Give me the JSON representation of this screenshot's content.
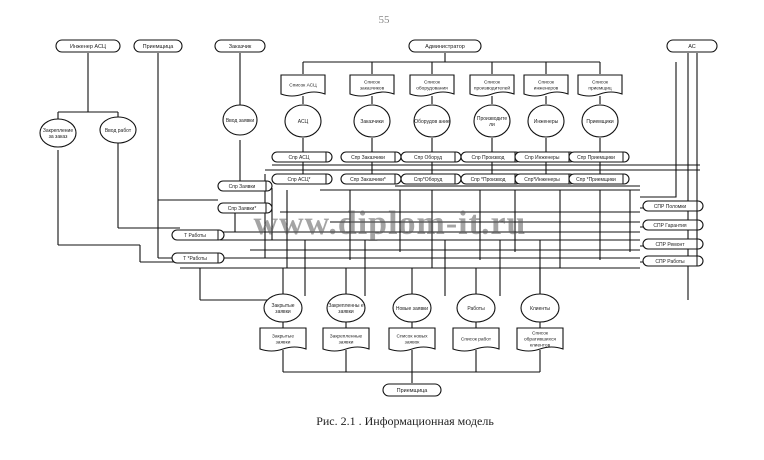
{
  "page_number": "55",
  "caption": "Рис. 2.1 . Информационная  модель",
  "watermark": "www.diplom-it.ru",
  "entities": {
    "engineer": "Инженер АСЦ",
    "client": "Приемщица",
    "customer": "Заказчик",
    "admin": "Администратор",
    "ac": "АС"
  },
  "admin_lists": [
    "Список АСЦ",
    "Список заказчиков",
    "Список оборудования",
    "Список производителей",
    "Список инженеров",
    "Список приемщиц"
  ],
  "admin_processes": [
    "АСЦ",
    "Заказчики",
    "Оборудов ание",
    "Производите ли",
    "Инженеры",
    "Приемщики"
  ],
  "sprav_row1": [
    "Спр АСЦ",
    "Спр Заказчики",
    "Спр Оборуд",
    "Спр Производ",
    "Спр Инженеры",
    "Спр Приемщики"
  ],
  "sprav_row2": [
    "Спр АСЦ*",
    "Спр Заказчики*",
    "Спр*Оборуд",
    "Спр *Производ",
    "Спр*Инженеры",
    "Спр *Приемщики"
  ],
  "left_processes": [
    "Закрепление за заказ",
    "Ввод работ"
  ],
  "customer_process": "Ввод заявки",
  "left_stores": [
    "Спр Заявки",
    "Спр Заявки*",
    "Т Работы",
    "Т *Работы"
  ],
  "right_stores": [
    "СПР Поломки",
    "СПР Гарантия",
    "СПР Ремонт",
    "СПР Работы"
  ],
  "bottom_processes": [
    "Закрытые заявки",
    "Закрепленны е заявки",
    "Новые заявки",
    "Работы",
    "Клиенты"
  ],
  "bottom_docs": [
    "Закрытые заявки",
    "Закрепленные заявки",
    "Список новых заявок",
    "Список работ",
    "Список обратившихся клиентов"
  ],
  "bottom_entity": "Приемщица"
}
